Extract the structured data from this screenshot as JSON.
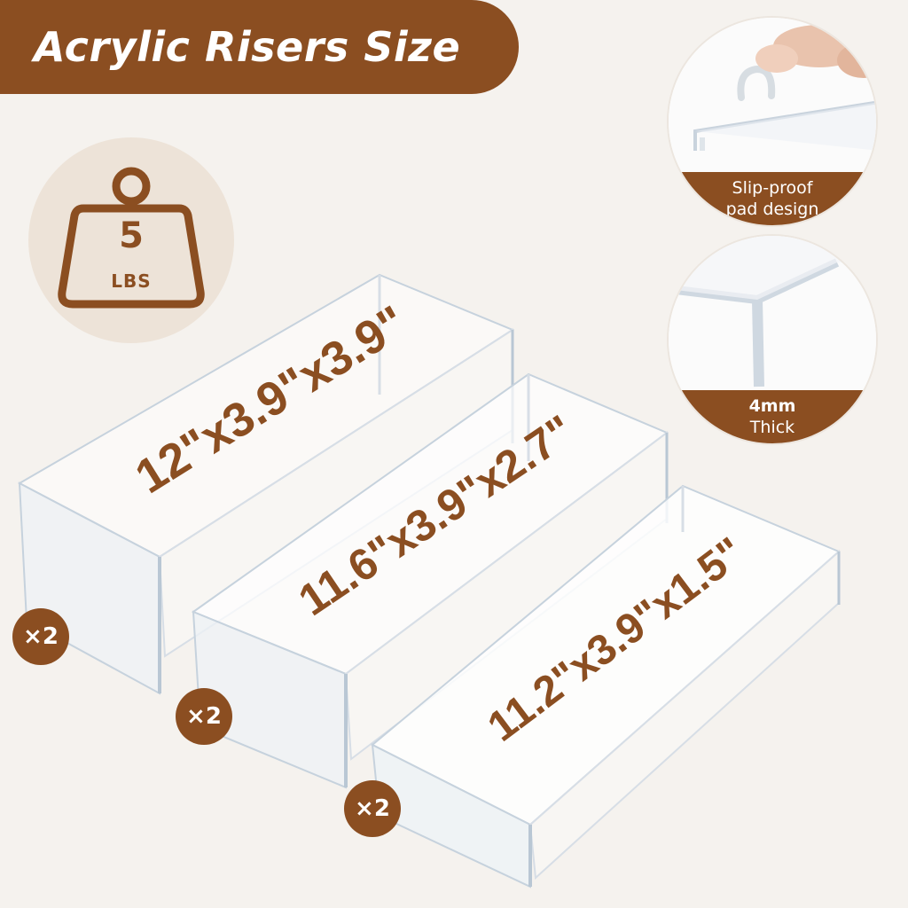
{
  "banner": {
    "title": "Acrylic Risers Size"
  },
  "weight": {
    "value": "5",
    "unit": "LBS",
    "icon": "weight-icon"
  },
  "features": [
    {
      "line1": "Slip-proof",
      "line2": "pad design"
    },
    {
      "line1": "4mm",
      "line2": "Thick"
    }
  ],
  "risers": [
    {
      "size": "12\"x3.9\"x3.9\"",
      "qty": "×2"
    },
    {
      "size": "11.6\"x3.9\"x2.7\"",
      "qty": "×2"
    },
    {
      "size": "11.2\"x3.9\"x1.5\"",
      "qty": "×2"
    }
  ],
  "colors": {
    "accent": "#8b4e21",
    "background": "#f5f2ee",
    "badge": "#ede3d8"
  }
}
